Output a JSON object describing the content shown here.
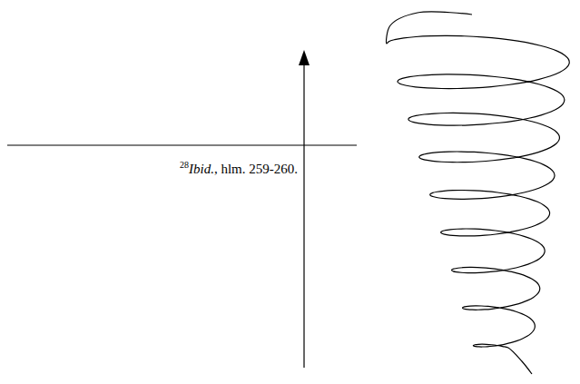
{
  "diagram": {
    "labels": [
      "28",
      "Ibid.",
      ", hlm. 259-260."
    ]
  }
}
